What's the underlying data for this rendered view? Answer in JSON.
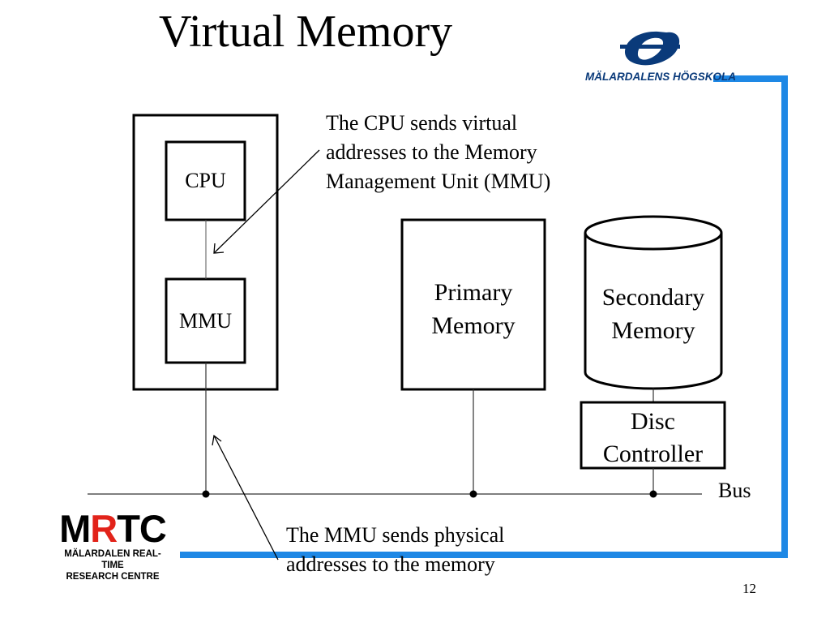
{
  "slide": {
    "title": "Virtual Memory",
    "page_number": "12"
  },
  "diagram": {
    "cpu_label": "CPU",
    "mmu_label": "MMU",
    "primary_memory_line1": "Primary",
    "primary_memory_line2": "Memory",
    "secondary_memory_line1": "Secondary",
    "secondary_memory_line2": "Memory",
    "disc_controller_line1": "Disc",
    "disc_controller_line2": "Controller",
    "bus_label": "Bus"
  },
  "annotations": {
    "top_line1": "The CPU sends virtual",
    "top_line2": "addresses to the Memory",
    "top_line3": "Management Unit (MMU)",
    "bottom_line1": "The MMU sends physical",
    "bottom_line2": "addresses to the memory"
  },
  "logos": {
    "university_name": "MÄLARDALENS HÖGSKOLA",
    "mrtc_letters": "MRTC",
    "mrtc_sub_line1": "MÄLARDALEN REAL-TIME",
    "mrtc_sub_line2": "RESEARCH CENTRE"
  },
  "colors": {
    "accent_blue": "#1E88E5",
    "mrtc_red": "#E2231A",
    "logo_navy": "#0A3A7A"
  }
}
